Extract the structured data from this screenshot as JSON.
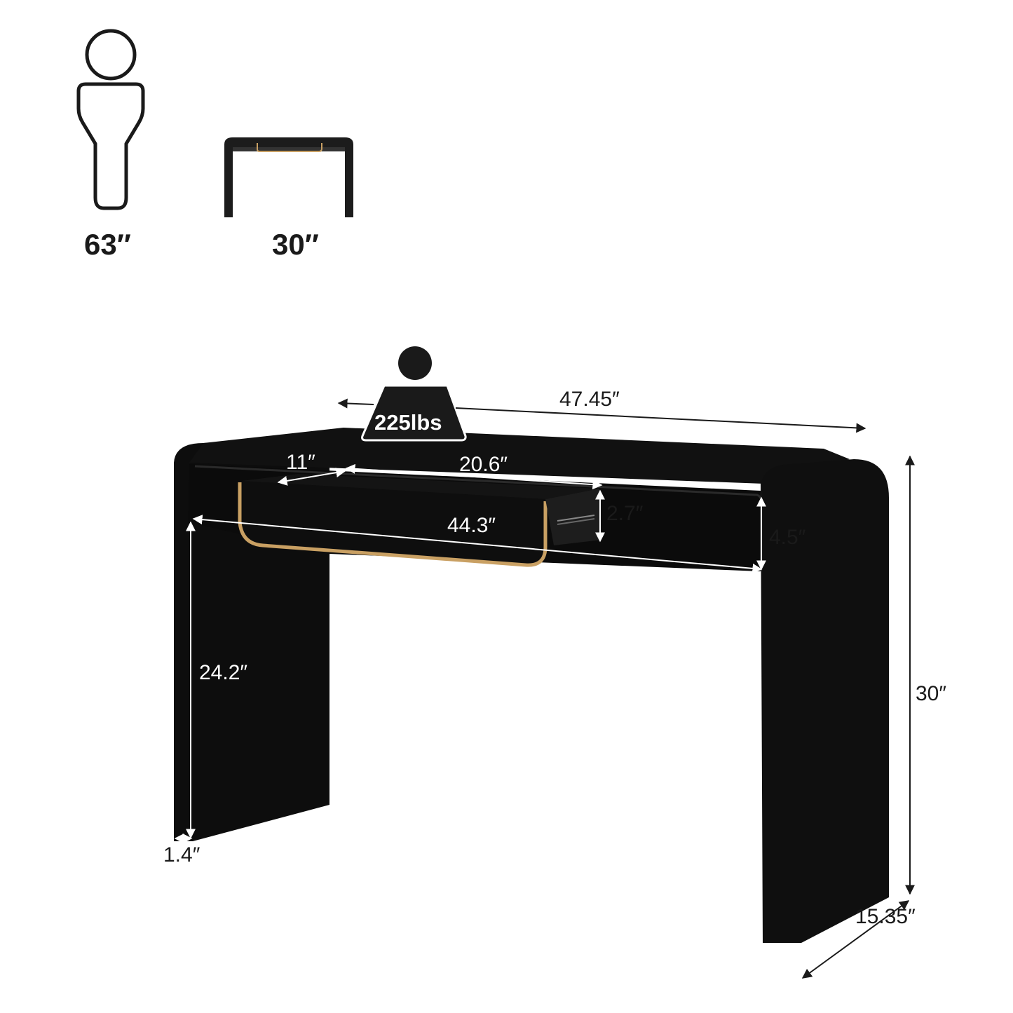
{
  "comparison": {
    "person_height": "63″",
    "table_height": "30″"
  },
  "load_capacity": "225lbs",
  "dimensions": {
    "overall_width": "47.45″",
    "drawer_depth": "11″",
    "drawer_width": "20.6″",
    "drawer_height": "2.7″",
    "interior_width": "44.3″",
    "apron_height": "4.5″",
    "leg_clearance": "24.2″",
    "overall_height": "30″",
    "panel_thickness": "1.4″",
    "overall_depth": "15.35″"
  },
  "colors": {
    "table_body": "#0d0d0d",
    "gold_trim": "#c9a063",
    "label_text": "#1a1a1a"
  },
  "icons": [
    "person-silhouette-icon",
    "mini-table-icon",
    "weight-icon"
  ]
}
